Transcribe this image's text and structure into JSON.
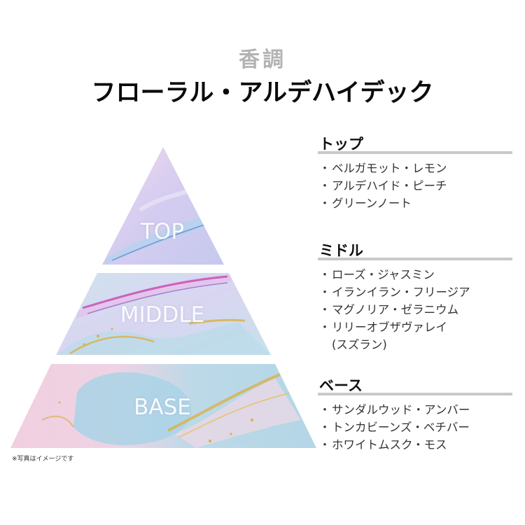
{
  "header": {
    "subtitle": "香調",
    "title": "フローラル・アルデハイデック"
  },
  "pyramid": {
    "tiers": [
      {
        "label": "TOP"
      },
      {
        "label": "MIDDLE"
      },
      {
        "label": "BASE"
      }
    ]
  },
  "note": "※写真はイメージです",
  "sections": [
    {
      "heading": "トップ",
      "items": [
        "ベルガモット・レモン",
        "アルデハイド・ピーチ",
        "グリーンノート"
      ]
    },
    {
      "heading": "ミドル",
      "items": [
        "ローズ・ジャスミン",
        "イランイラン・フリージア",
        "マグノリア・ゼラニウム",
        "リリーオブザヴァレイ"
      ],
      "continuation": "(スズラン)"
    },
    {
      "heading": "ベース",
      "items": [
        "サンダルウッド・アンバー",
        "トンカビーンズ・ベチバー",
        "ホワイトムスク・モス"
      ]
    }
  ],
  "bullet": "・",
  "colors": {
    "heading_gray": "#b3b3b3",
    "rule_gray": "#c9c9c9",
    "lavender": "#c9c2ea",
    "powder_blue": "#b9d9e6",
    "pink": "#f1cfe0",
    "gold": "#d9b24a",
    "magenta": "#c54fb6"
  }
}
